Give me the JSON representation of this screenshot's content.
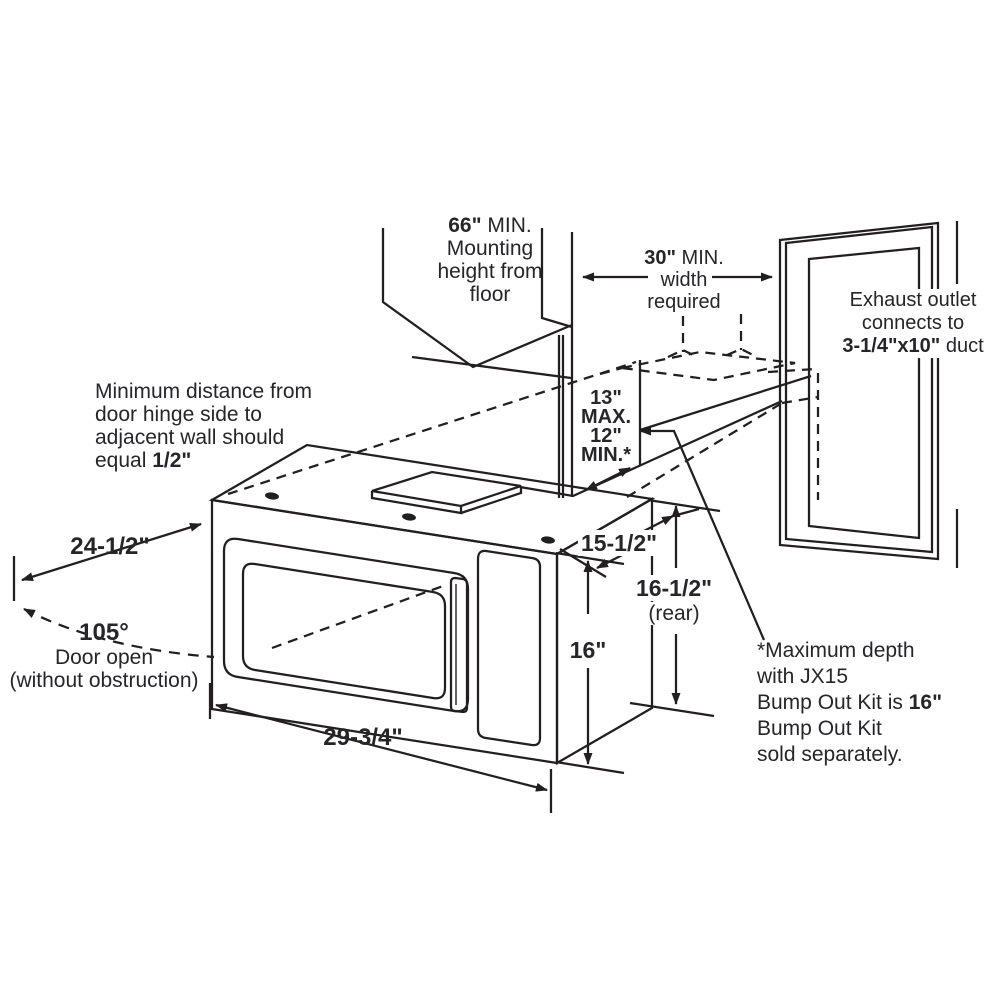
{
  "diagram": {
    "description": "Over-the-range microwave installation dimensions diagram",
    "colors": {
      "line": "#231f20",
      "text": "#26262a",
      "background": "#ffffff"
    },
    "mounting_height": {
      "bold": "66\"",
      "rest": " MIN.",
      "line2": "Mounting",
      "line3": "height from",
      "line4": "floor"
    },
    "width_required": {
      "bold": "30\"",
      "rest": " MIN.",
      "line2": "width",
      "line3": "required"
    },
    "exhaust": {
      "line1": "Exhaust outlet",
      "line2": "connects to",
      "bold": "3-1/4\"x10\"",
      "rest": " duct"
    },
    "min_distance": {
      "line1": "Minimum distance from",
      "line2": "door hinge side to",
      "line3": "adjacent wall should",
      "line4_pre": "equal ",
      "line4_bold": "1/2\""
    },
    "cabinet_depth": {
      "line1": "13\"",
      "line2": "MAX.",
      "line3": "12\"",
      "line4": "MIN.*"
    },
    "door_open": {
      "angle": "105°",
      "line2": "Door open",
      "line3": "(without obstruction)"
    },
    "note": {
      "line1": "*Maximum depth",
      "line2": "with JX15",
      "line3_pre": "Bump Out Kit is ",
      "line3_bold": "16\"",
      "line4": "Bump Out Kit",
      "line5": "sold separately."
    },
    "dims": {
      "door_swing_depth": "24-1/2\"",
      "front_width": "29-3/4\"",
      "top_depth": "15-1/2\"",
      "rear_height": "16-1/2\"",
      "rear_suffix": "(rear)",
      "front_height": "16\""
    }
  }
}
